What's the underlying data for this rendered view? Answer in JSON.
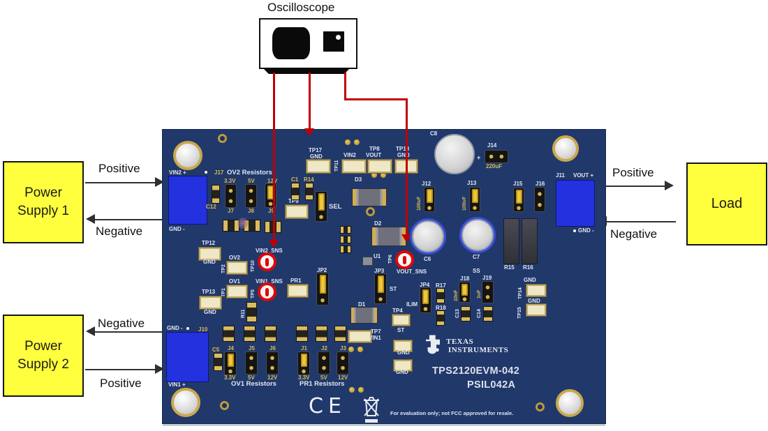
{
  "colors": {
    "board": "#21386b",
    "red": "#c00000",
    "terminal_blue": "#2431df",
    "box_yellow": "#ffff3e"
  },
  "diagram": {
    "oscilloscope_label": "Oscilloscope",
    "ps1": {
      "label": "Power\nSupply 1",
      "positive": "Positive",
      "negative": "Negative"
    },
    "ps2": {
      "label": "Power\nSupply 2",
      "positive": "Positive",
      "negative": "Negative"
    },
    "load": {
      "label": "Load",
      "positive": "Positive",
      "negative": "Negative"
    }
  },
  "board": {
    "connectors": {
      "j17": {
        "pos": "VIN2 +",
        "name": "J17",
        "neg": "GND -"
      },
      "j10": {
        "neg": "GND -",
        "name": "J10",
        "pos": "VIN1 +"
      },
      "j11": {
        "name": "J11",
        "pos": "VOUT +",
        "neg": "GND -"
      }
    },
    "tps": {
      "tp17": {
        "name": "TP17",
        "net": "GND"
      },
      "tp11": {
        "name": "TP11",
        "net": "VIN2"
      },
      "tp8": {
        "name": "TP8",
        "net": "VOUT"
      },
      "tp18": {
        "name": "TP18",
        "net": "GND"
      },
      "tp12": {
        "name": "TP12",
        "net": "GND"
      },
      "tp13": {
        "name": "TP13",
        "net": "GND"
      },
      "tp2": {
        "name": "TP2",
        "net": "OV2"
      },
      "tp1": {
        "name": "TP1",
        "net": "OV1"
      },
      "tp14": {
        "name": "TP14",
        "net": "GND"
      },
      "tp15": {
        "name": "TP15",
        "net": "GND"
      },
      "tp7": {
        "name": "TP7",
        "net": "VIN1"
      },
      "tp9": "TP9",
      "tp4": "TP4"
    },
    "sense": {
      "vin2": {
        "tp": "TP10",
        "net": "VIN2_SNS"
      },
      "vin1": {
        "tp": "TP5",
        "net": "VIN1_SNS"
      },
      "vout": {
        "tp": "TP6",
        "net": "VOUT_SNS"
      }
    },
    "sections": {
      "ov2": {
        "title": "OV2 Resistors",
        "v1": "3.3V",
        "v2": "5V",
        "v3": "12V",
        "ja": "J7",
        "jb": "J8",
        "jc": "J9"
      },
      "ov1": {
        "title": "OV1 Resistors",
        "v1": "3.3V",
        "v2": "5V",
        "v3": "12V",
        "ja": "J4",
        "jb": "J5",
        "jc": "J6"
      },
      "pr1": {
        "title": "PR1 Resistors",
        "v1": "3.3V",
        "v2": "5V",
        "v3": "12V",
        "ja": "J1",
        "jb": "J2",
        "jc": "J3"
      }
    },
    "refdes": {
      "c1": "C1",
      "r14": "R14",
      "c12": "C12",
      "c5": "C5",
      "c8": "C8",
      "plus": "+",
      "j14": "J14",
      "j14_val": "220uF",
      "j12": "J12",
      "j12_val": "100uF",
      "j13": "J13",
      "j13_val": "100uF",
      "j15": "J15",
      "j16": "J16",
      "d1": "D1",
      "d2": "D2",
      "d3": "D3",
      "u1": "U1",
      "c6": "C6",
      "c7": "C7",
      "r15": "R15",
      "r16": "R16",
      "r11": "R11",
      "r17": "R17",
      "r18": "R18",
      "jp2": "JP2",
      "jp3": "JP3",
      "jp4": "JP4",
      "sel": "SEL",
      "ss": "SS",
      "ilim": "ILIM",
      "pr1": "PR1",
      "st1": "ST",
      "st2": "ST",
      "j18": "J18",
      "j18_val": "10nF",
      "j19": "J19",
      "j19_val": "1uF",
      "c13": "C13",
      "c14": "C14",
      "gnd_a": "GND",
      "gnd_b": "GND"
    },
    "branding": {
      "maker_line1": "TEXAS",
      "maker_line2": "INSTRUMENTS",
      "model": "TPS2120EVM-042",
      "rev": "PSIL042A",
      "ce": "CE",
      "disclaimer": "For evaluation only; not FCC approved for resale."
    }
  }
}
